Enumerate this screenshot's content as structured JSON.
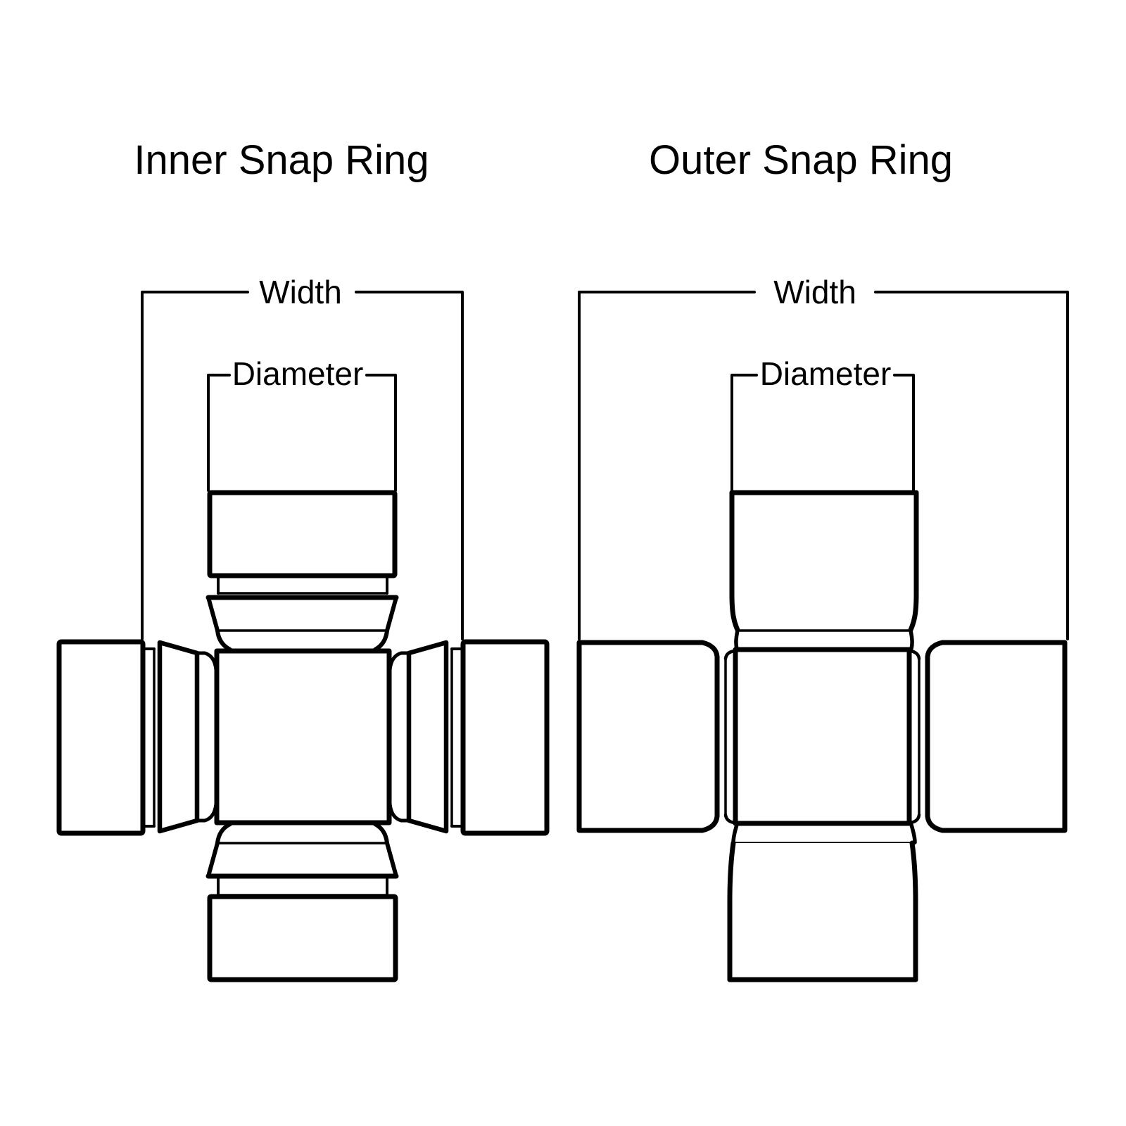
{
  "canvas": {
    "background_color": "#ffffff",
    "line_color": "#000000",
    "description": "Technical line diagram comparing universal joint snap ring styles"
  },
  "diagrams": {
    "inner": {
      "title": "Inner Snap Ring",
      "width_label": "Width",
      "diameter_label": "Diameter"
    },
    "outer": {
      "title": "Outer Snap Ring",
      "width_label": "Width",
      "diameter_label": "Diameter"
    }
  }
}
